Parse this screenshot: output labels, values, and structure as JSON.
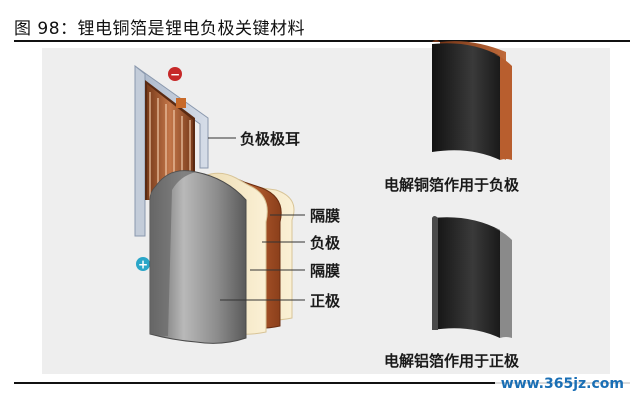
{
  "caption": "图 98：锂电铜箔是锂电负极关键材料",
  "labels": {
    "tab": "负极极耳",
    "separator_1": "隔膜",
    "anode": "负极",
    "separator_2": "隔膜",
    "cathode": "正极",
    "copper_note": "电解铜箔作用于负极",
    "aluminum_note": "电解铝箔作用于正极"
  },
  "symbols": {
    "negative": "−",
    "positive": "+"
  },
  "watermark": "www.365jz.com",
  "colors": {
    "copper": "#b45a2a",
    "separator": "#f3e3bd",
    "aluminum": "#9a9a9a",
    "foil_dark": "#2a2a2a",
    "panel": "#eeeeee",
    "negative": "#c62828",
    "positive": "#2aa6c8"
  }
}
